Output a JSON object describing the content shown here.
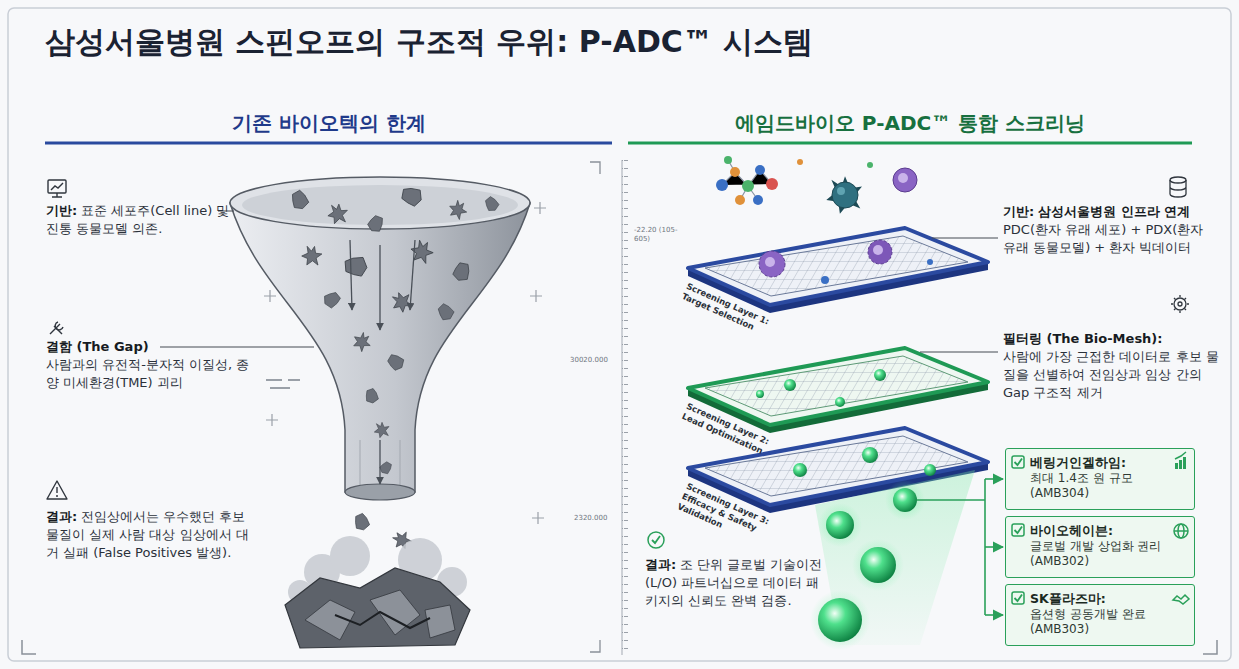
{
  "diagram": {
    "title": "삼성서울병원 스핀오프의 구조적 우위: P-ADC™ 시스템",
    "nodes": [
      {
        "text": [
          "베링거인겔하임:",
          "최대 1.4조 원 규모 (AMB304)"
        ]
      },
      {
        "text": [
          "바이오헤이븐:",
          "글로벌 개발 상업화 권리 (AMB302)"
        ]
      },
      {
        "text": [
          "SK플라즈마:",
          "옵션형 공동개발 완료 (AMB303)"
        ]
      }
    ],
    "labels": [
      "기존 바이오텍의 한계",
      "에임드바이오 P-ADC™ 통합 스크리닝",
      "기반:",
      "표준 세포주(Cell line) 및 진통 동물모델 의존.",
      "결함 (The Gap)",
      "사람과의 유전적-분자적 이질성, 종양 미세환경(TME) 괴리",
      "결과:",
      "전임상에서는 우수했던 후보 물질이 실제 사람 대상 임상에서 대거 실패 (False Positives 발생).",
      "기반:",
      "삼성서울병원 인프라 연계",
      "PDC(환자 유래 세포) + PDX(환자 유래 동물모델) + 환자 빅데이터",
      "필터링 (The Bio-Mesh):",
      "사람에 가장 근접한 데이터로 후보 물질을 선별하여 전임상과 임상 간의 Gap 구조적 제거",
      "결과:",
      "조 단위 글로벌 기술이전(L/O) 파트너십으로 데이터 패키지의 신뢰도 완벽 검증.",
      "Screening Layer 1: Target Selection",
      "Screening Layer 2: Lead Optimization",
      "Screening Layer 3: Efficacy & Safety Validation",
      "-22.20 (105-605)",
      "30020.000",
      "2320.000"
    ]
  }
}
